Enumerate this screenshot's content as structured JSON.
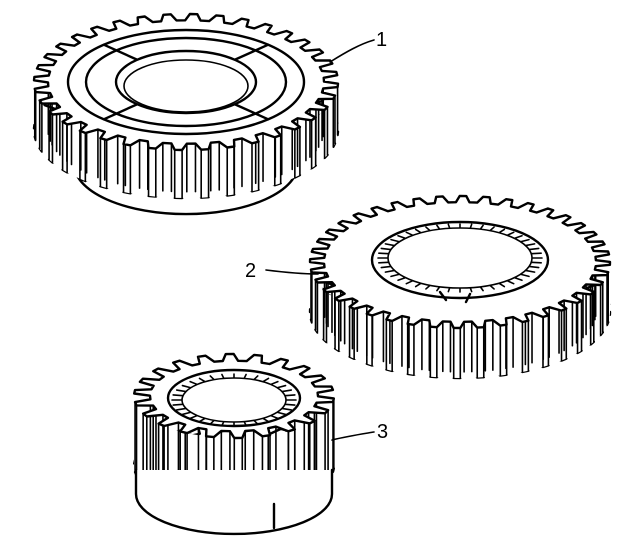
{
  "callouts": [
    {
      "label": "1",
      "part": "gear-1"
    },
    {
      "label": "2",
      "part": "gear-2"
    },
    {
      "label": "3",
      "part": "gear-3"
    }
  ],
  "colors": {
    "ink": "#000000",
    "paper": "#ffffff"
  }
}
